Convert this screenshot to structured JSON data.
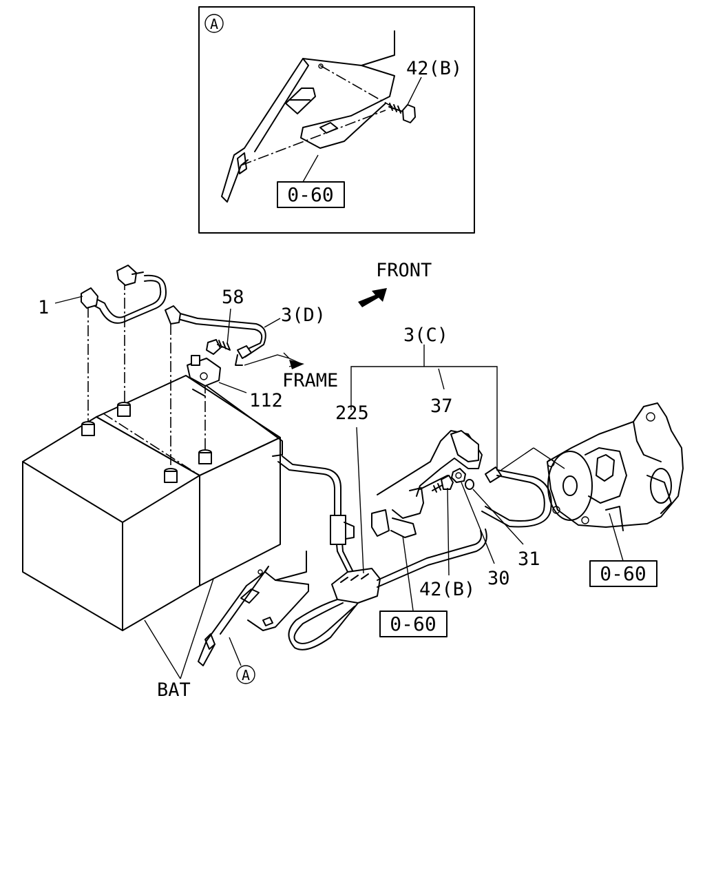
{
  "detail": {
    "marker": "A",
    "part_label": "42(B)",
    "ref_box": "0-60"
  },
  "direction": {
    "front": "FRONT",
    "frame": "FRAME"
  },
  "callouts": {
    "part_1": "1",
    "part_58": "58",
    "part_3d": "3(D)",
    "part_112": "112",
    "part_3c": "3(C)",
    "part_225": "225",
    "part_37": "37",
    "part_42b": "42(B)",
    "part_30": "30",
    "part_31": "31",
    "bat": "BAT",
    "marker_a": "A"
  },
  "ref_boxes": {
    "bracket": "0-60",
    "starter": "0-60"
  }
}
